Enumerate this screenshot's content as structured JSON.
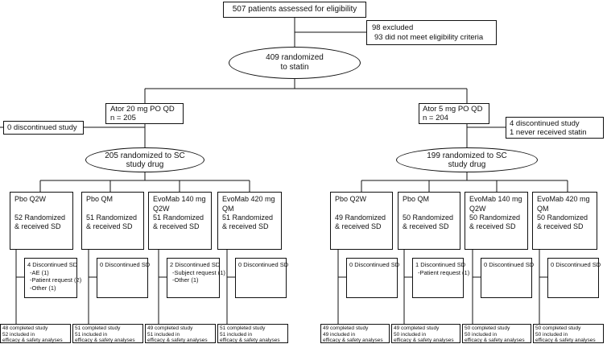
{
  "top": {
    "assessed": "507 patients assessed for eligibility",
    "excluded_line1": "98 excluded",
    "excluded_line2": "93 did not meet eligibility criteria",
    "randomized_statin_line1": "409 randomized",
    "randomized_statin_line2": "to statin"
  },
  "left": {
    "group_line1": "Ator 20 mg PO QD",
    "group_line2": "n = 205",
    "discontinued": "0 discontinued study",
    "sc_line1": "205 randomized to SC",
    "sc_line2": "study drug",
    "arms": [
      {
        "name": "Pbo Q2W",
        "name2": "",
        "randomized": "52 Randomized",
        "received": "& received SD",
        "discontinued": [
          "4 Discontinued SD",
          "-AE (1)",
          "-Patient request (2)",
          "-Other (1)"
        ],
        "completed": "48 completed study",
        "included": "52 included in",
        "analyses": "efficacy & safety analyses"
      },
      {
        "name": "Pbo QM",
        "name2": "",
        "randomized": "51 Randomized",
        "received": "& received SD",
        "discontinued": [
          "0 Discontinued SD"
        ],
        "completed": "51 completed study",
        "included": "51 included in",
        "analyses": "efficacy & safety analyses"
      },
      {
        "name": "EvoMab 140 mg",
        "name2": "Q2W",
        "randomized": "51 Randomized",
        "received": "& received SD",
        "discontinued": [
          "2 Discontinued SD",
          "-Subject request (1)",
          "-Other (1)"
        ],
        "completed": "49 completed study",
        "included": "51 included in",
        "analyses": "efficacy & safety analyses"
      },
      {
        "name": "EvoMab 420 mg",
        "name2": "QM",
        "randomized": "51 Randomized",
        "received": "& received SD",
        "discontinued": [
          "0 Discontinued SD"
        ],
        "completed": "51 completed study",
        "included": "51 included in",
        "analyses": "efficacy & safety analyses"
      }
    ]
  },
  "right": {
    "group_line1": "Ator 5 mg PO QD",
    "group_line2": "n = 204",
    "discontinued_line1": "4 discontinued study",
    "discontinued_line2": "1 never received statin",
    "sc_line1": "199 randomized to SC",
    "sc_line2": "study drug",
    "arms": [
      {
        "name": "Pbo Q2W",
        "name2": "",
        "randomized": "49 Randomized",
        "received": "& received SD",
        "discontinued": [
          "0 Discontinued SD"
        ],
        "completed": "49 completed study",
        "included": "49 included in",
        "analyses": "efficacy & safety analyses"
      },
      {
        "name": "Pbo QM",
        "name2": "",
        "randomized": "50 Randomized",
        "received": "& received SD",
        "discontinued": [
          "1 Discontinued SD",
          "-Patient request (1)"
        ],
        "completed": "49 completed study",
        "included": "50 included in",
        "analyses": "efficacy & safety analyses"
      },
      {
        "name": "EvoMab 140 mg",
        "name2": "Q2W",
        "randomized": "50 Randomized",
        "received": "& received SD",
        "discontinued": [
          "0 Discontinued SD"
        ],
        "completed": "50 completed study",
        "included": "50 included in",
        "analyses": "efficacy & safety analyses"
      },
      {
        "name": "EvoMab 420 mg",
        "name2": "QM",
        "randomized": "50 Randomized",
        "received": "& received SD",
        "discontinued": [
          "0 Discontinued SD"
        ],
        "completed": "50 completed study",
        "included": "50 included in",
        "analyses": "efficacy & safety analyses"
      }
    ]
  }
}
